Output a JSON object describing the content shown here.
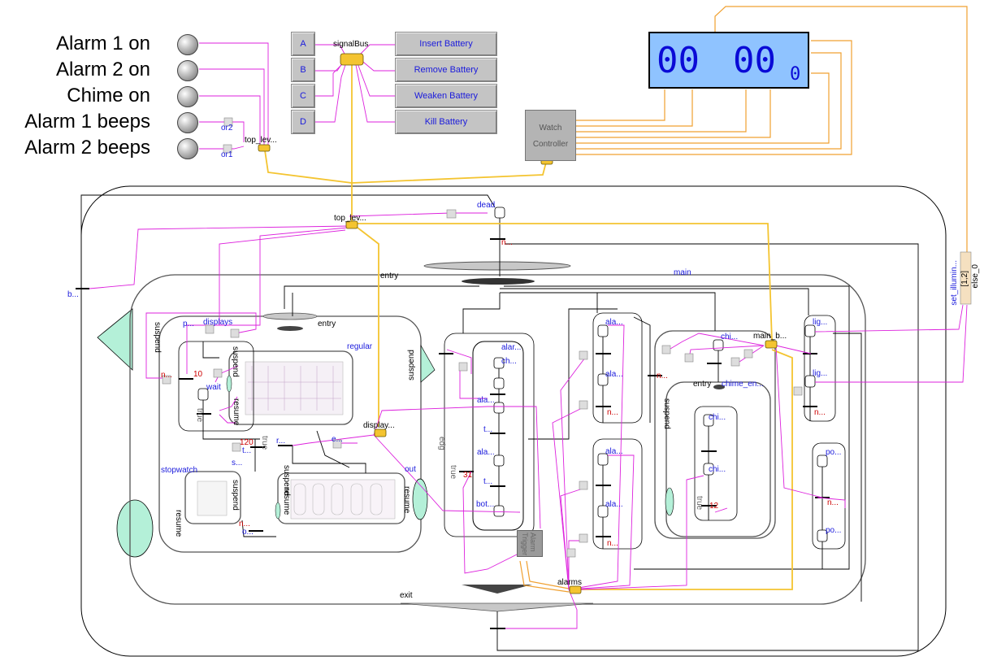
{
  "lamps": [
    {
      "label": "Alarm 1 on"
    },
    {
      "label": "Alarm 2 on"
    },
    {
      "label": "Chime on"
    },
    {
      "label": "Alarm 1 beeps"
    },
    {
      "label": "Alarm 2 beeps"
    }
  ],
  "buttons_left": [
    "A",
    "B",
    "C",
    "D"
  ],
  "buttons_right": [
    "Insert Battery",
    "Remove Battery",
    "Weaken Battery",
    "Kill Battery"
  ],
  "bus_label": "signalBus",
  "display": {
    "hours": "00",
    "minutes": "00",
    "small": "0"
  },
  "watch_controller": {
    "line1": "Watch",
    "line2": "Controller"
  },
  "trigger": {
    "line1": "Trigger",
    "line2": "Alarm"
  },
  "labels": {
    "or2": "or2",
    "or1": "or1",
    "top_lev_1": "top_lev...",
    "top_lev_2": "top_lev...",
    "dead": "dead",
    "n1": "n...",
    "main": "main",
    "entry_main": "entry",
    "exit": "exit",
    "b": "b...",
    "suspend1": "suspend",
    "suspend2": "suspend",
    "suspend3": "suspend",
    "suspend4": "suspend",
    "suspend5": "suspend",
    "suspend6": "suspend",
    "resume1": "resume",
    "resume2": "resume",
    "resume3": "resume",
    "resume4": "resume",
    "displays": "displays",
    "entry_displays": "entry",
    "regular": "regular",
    "wait": "wait",
    "true1": "true",
    "true2": "true",
    "true3": "true",
    "true4": "true",
    "n_wait": "n...",
    "num10": "10",
    "num120": "120",
    "t_dot": "t...",
    "s_dot": "s...",
    "r_dot": "r...",
    "e_dot": "e...",
    "display_bus": "display...",
    "out": "out",
    "stopwatch": "stopwatch",
    "n_stop": "n...",
    "o_dot": "o...",
    "edg": "edg",
    "alar": "alar...",
    "ch_dot": "ch...",
    "ala1": "ala...",
    "t1": "t...",
    "ala2": "ala...",
    "t2": "t...",
    "bot": "bot...",
    "num31": "31",
    "ala_a": "ala...",
    "ala_b": "ala...",
    "n_a": "n...",
    "ala_c": "ala...",
    "ala_d": "ala...",
    "n_b": "n...",
    "alarms": "alarms",
    "chi1": "chi...",
    "main_b": "main_b...",
    "entry_chime": "entry",
    "chime_en": "chime_en...",
    "chi2": "chi...",
    "chi3": "chi...",
    "n_chime": "n...",
    "num12": "12",
    "lig1": "lig...",
    "lig2": "lig...",
    "n_lig": "n...",
    "po1": "po...",
    "po2": "po...",
    "n_po": "n...",
    "set_illum": "set_illumin...",
    "bracket12": "[1,2]",
    "else0": "else_0",
    "p_dot": "p..."
  },
  "colors": {
    "wire_magenta": "#dd22dd",
    "wire_orange": "#f0a030",
    "bus_gold": "#f4c430",
    "state_line": "#000000",
    "ellipse_fill": "#c8c8c8",
    "accent_green": "#b4f0d8"
  }
}
